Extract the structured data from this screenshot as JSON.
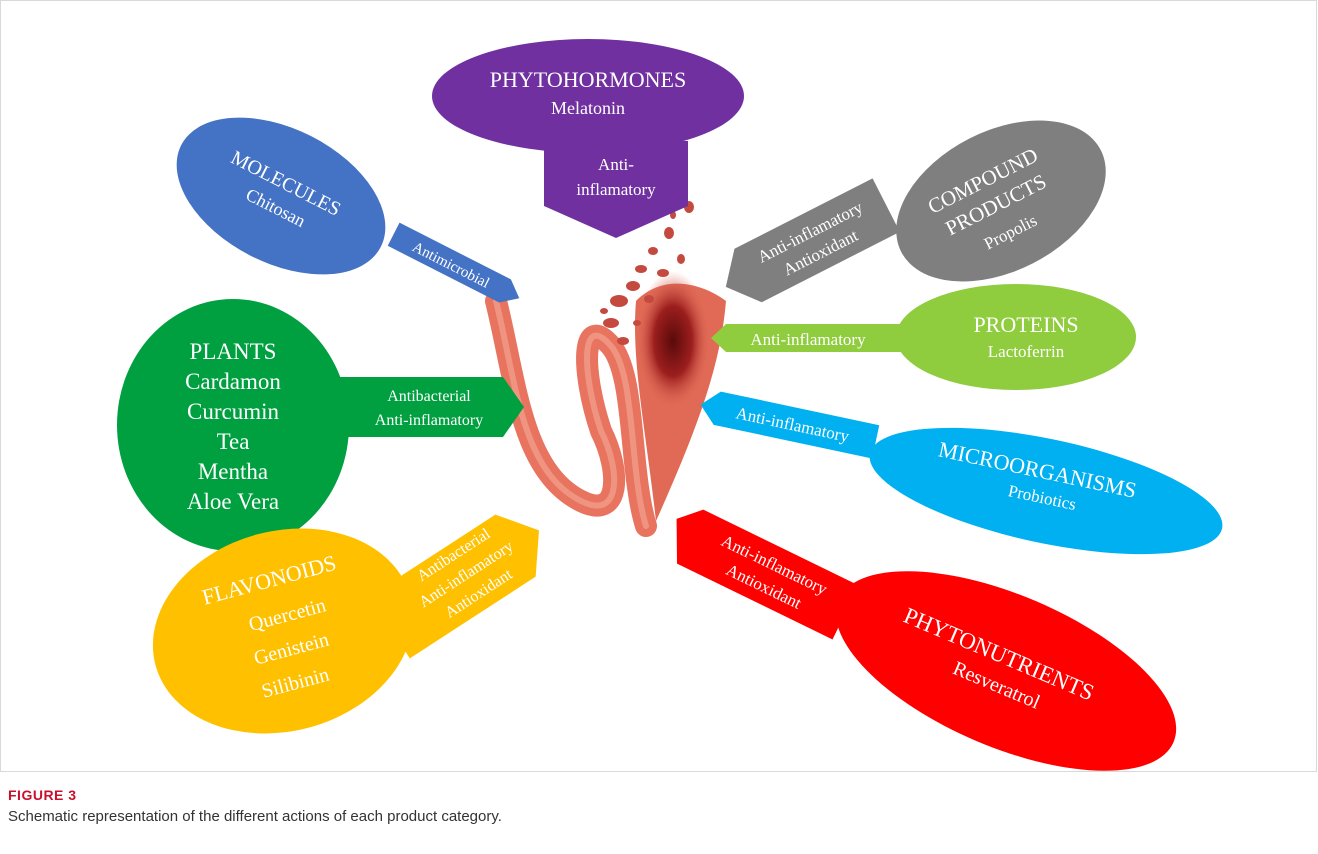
{
  "figure": {
    "label": "FIGURE 3",
    "caption": "Schematic representation of the different actions of each product category."
  },
  "colors": {
    "phytohormones": "#7030a0",
    "molecules": "#4472c4",
    "compound_products": "#7f7f7f",
    "proteins": "#8fcc3e",
    "plants": "#00a040",
    "microorganisms": "#00b0f0",
    "flavonoids": "#ffc000",
    "phytonutrients": "#ff0000",
    "tooth": "#e8735f"
  },
  "categories": {
    "phytohormones": {
      "title": "PHYTOHORMONES",
      "items": [
        "Melatonin"
      ],
      "actions": [
        "Anti-",
        "inflamatory"
      ]
    },
    "molecules": {
      "title": "MOLECULES",
      "items": [
        "Chitosan"
      ],
      "actions": [
        "Antimicrobial"
      ]
    },
    "compound_products": {
      "title": [
        "COMPOUND",
        "PRODUCTS"
      ],
      "items": [
        "Propolis"
      ],
      "actions": [
        "Anti-inflamatory",
        "Antioxidant"
      ]
    },
    "proteins": {
      "title": "PROTEINS",
      "items": [
        "Lactoferrin"
      ],
      "actions": [
        "Anti-inflamatory"
      ]
    },
    "plants": {
      "title": "PLANTS",
      "items": [
        "Cardamon",
        "Curcumin",
        "Tea",
        "Mentha",
        "Aloe Vera"
      ],
      "actions": [
        "Antibacterial",
        "Anti-inflamatory"
      ]
    },
    "microorganisms": {
      "title": "MICROORGANISMS",
      "items": [
        "Probiotics"
      ],
      "actions": [
        "Anti-inflamatory"
      ]
    },
    "flavonoids": {
      "title": "FLAVONOIDS",
      "items": [
        "Quercetin",
        "Genistein",
        "Silibinin"
      ],
      "actions": [
        "Antibacterial",
        "Anti-inflamatory",
        "Antioxidant"
      ]
    },
    "phytonutrients": {
      "title": "PHYTONUTRIENTS",
      "items": [
        "Resveratrol"
      ],
      "actions": [
        "Anti-inflamatory",
        "Antioxidant"
      ]
    }
  }
}
